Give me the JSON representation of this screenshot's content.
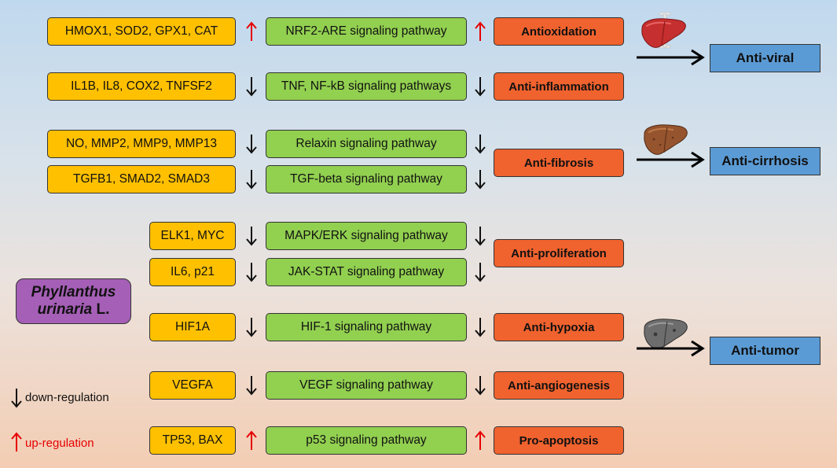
{
  "herb": {
    "name_line1": "Phyllanthus",
    "name_line2_italic": "urinaria",
    "name_line2_suffix": " L."
  },
  "rows": [
    {
      "genes": "HMOX1, SOD2, GPX1, CAT",
      "pathway": "NRF2-ARE signaling pathway",
      "direction": "up"
    },
    {
      "genes": "IL1B, IL8, COX2, TNFSF2",
      "pathway": "TNF, NF-kB signaling pathways",
      "direction": "down"
    },
    {
      "genes": "NO, MMP2, MMP9, MMP13",
      "pathway": "Relaxin signaling pathway",
      "direction": "down"
    },
    {
      "genes": "TGFB1, SMAD2, SMAD3",
      "pathway": "TGF-beta signaling pathway",
      "direction": "down"
    },
    {
      "genes": "ELK1, MYC",
      "pathway": "MAPK/ERK signaling pathway",
      "direction": "down"
    },
    {
      "genes": "IL6, p21",
      "pathway": "JAK-STAT signaling pathway",
      "direction": "down"
    },
    {
      "genes": "HIF1A",
      "pathway": "HIF-1 signaling pathway",
      "direction": "down"
    },
    {
      "genes": "VEGFA",
      "pathway": "VEGF signaling pathway",
      "direction": "down"
    },
    {
      "genes": "TP53, BAX",
      "pathway": "p53 signaling pathway",
      "direction": "up"
    }
  ],
  "effects": [
    "Antioxidation",
    "Anti-inflammation",
    "Anti-fibrosis",
    "Anti-proliferation",
    "Anti-hypoxia",
    "Anti-angiogenesis",
    "Pro-apoptosis"
  ],
  "outcomes": [
    "Anti-viral",
    "Anti-cirrhosis",
    "Anti-tumor"
  ],
  "legend": {
    "down_label": "down-regulation",
    "up_label": "up-regulation"
  },
  "colors": {
    "gene_box": "#ffc000",
    "pathway_box": "#92d050",
    "effect_box": "#f0622e",
    "outcome_box": "#5b9bd5",
    "herb_box": "#a55fb6",
    "up_arrow": "#e60000",
    "down_arrow": "#111111"
  }
}
